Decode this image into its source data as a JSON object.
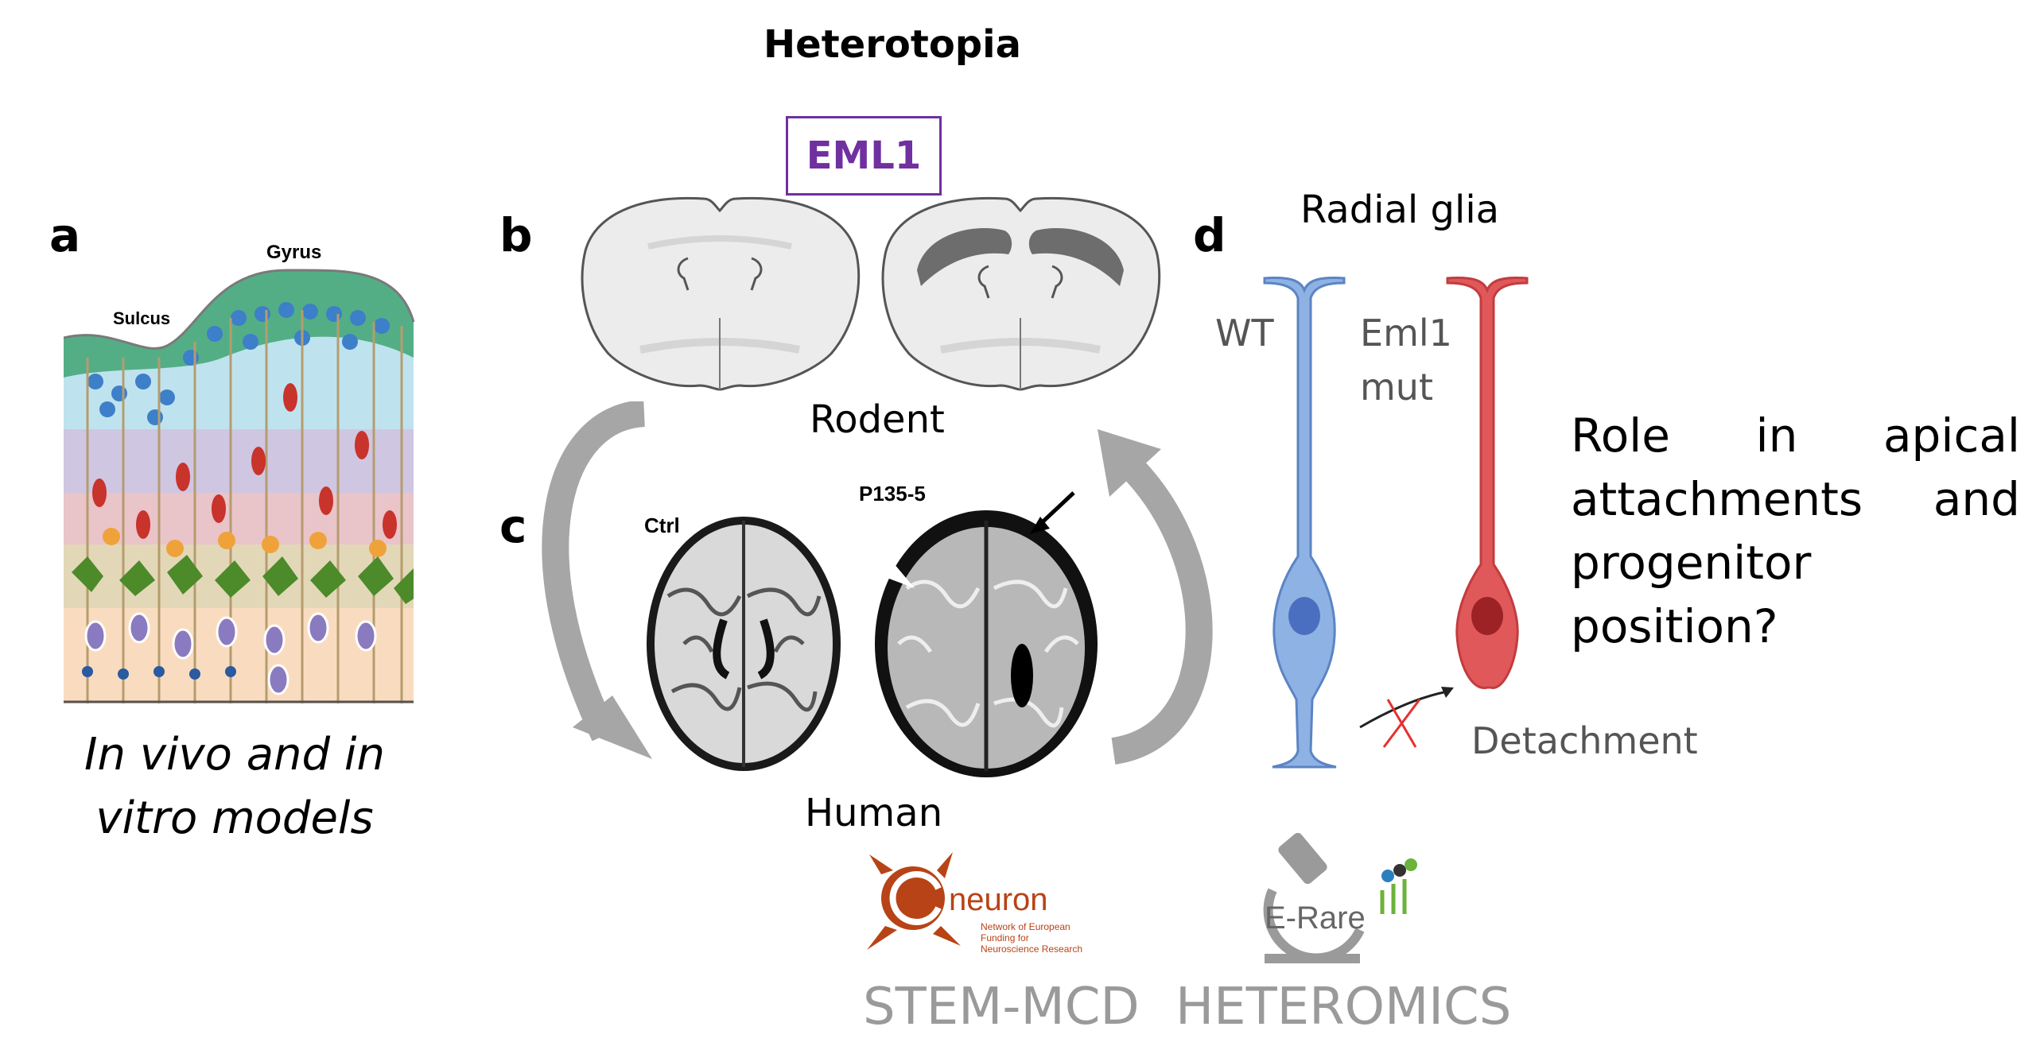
{
  "title": "Heterotopia",
  "gene_box": "EML1",
  "panels": {
    "a": {
      "letter": "a",
      "labels": {
        "gyrus": "Gyrus",
        "sulcus": "Sulcus"
      },
      "caption": "In vivo and in vitro models"
    },
    "b": {
      "letter": "b",
      "label": "Rodent"
    },
    "c": {
      "letter": "c",
      "label": "Human",
      "scan_labels": {
        "ctrl": "Ctrl",
        "patient": "P135-5"
      }
    },
    "d": {
      "letter": "d",
      "title": "Radial glia",
      "wt_label": "WT",
      "mut_label_line1": "Eml1",
      "mut_label_line2": "mut",
      "detachment": "Detachment",
      "question": "Role in apical attachments and progenitor position?"
    }
  },
  "logos": {
    "neuron": {
      "name": "neuron",
      "subtitle_lines": [
        "Network of European",
        "Funding for",
        "Neuroscience Research"
      ]
    },
    "erare": {
      "name": "E-Rare"
    }
  },
  "grants": {
    "left": "STEM-MCD",
    "right": "HETEROMICS"
  },
  "colors": {
    "accent_purple": "#7030a0",
    "wt_cell": "#8fb2e4",
    "mut_cell": "#e0585a",
    "arrow_grey": "#a6a6a6",
    "grant_text": "#9a9a9a"
  }
}
